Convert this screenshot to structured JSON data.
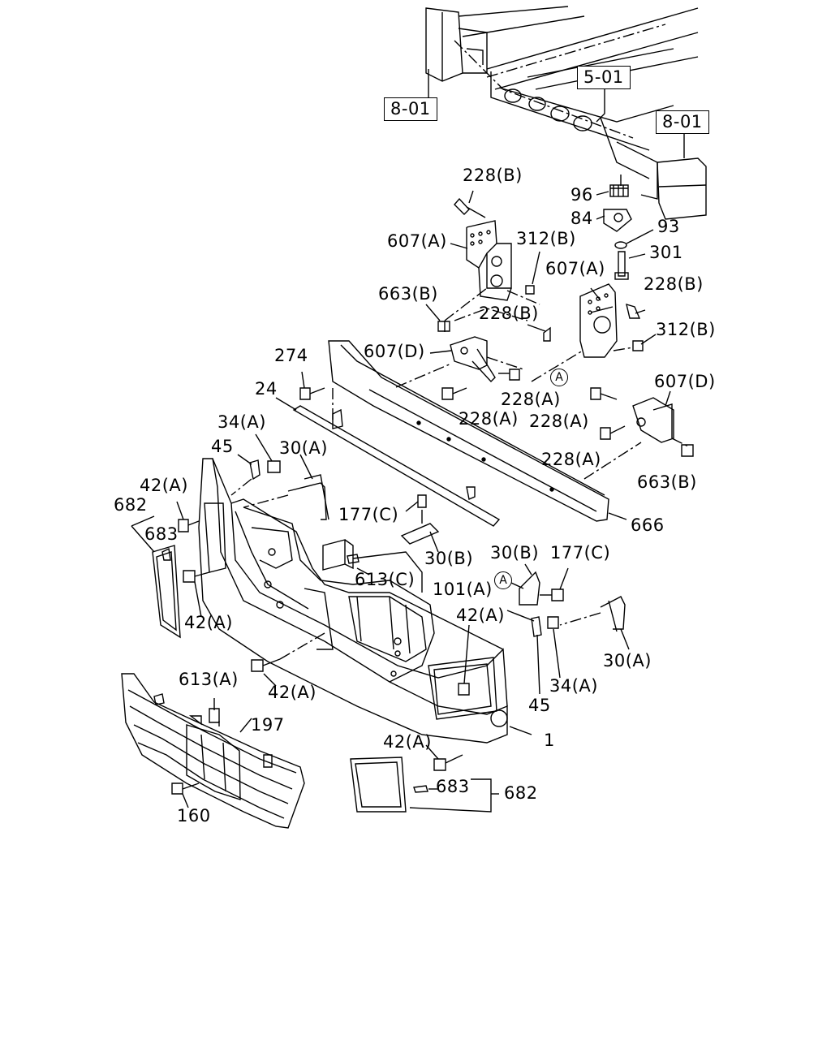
{
  "callouts": {
    "ref_8_01_left": "8-01",
    "ref_5_01": "5-01",
    "ref_8_01_right": "8-01",
    "circle_a_upper": "A",
    "circle_a_lower": "A",
    "p228b_top": "228(B)",
    "p96": "96",
    "p84": "84",
    "p93": "93",
    "p301": "301",
    "p607a_left": "607(A)",
    "p312b_left": "312(B)",
    "p607a_right": "607(A)",
    "p228b_right": "228(B)",
    "p663b_upper": "663(B)",
    "p228b_mid": "228(B)",
    "p312b_right": "312(B)",
    "p274": "274",
    "p607d_left": "607(D)",
    "p24": "24",
    "p228a_1": "228(A)",
    "p228a_2": "228(A)",
    "p607d_right": "607(D)",
    "p228a_3": "228(A)",
    "p228a_4": "228(A)",
    "p663b_lower": "663(B)",
    "p34a_left": "34(A)",
    "p45_left": "45",
    "p30a_left": "30(A)",
    "p666": "666",
    "p42a_1": "42(A)",
    "p682_left": "682",
    "p683_left": "683",
    "p177c_left": "177(C)",
    "p30b_left": "30(B)",
    "p613c": "613(C)",
    "p101a": "101(A)",
    "p30b_right": "30(B)",
    "p177c_right": "177(C)",
    "p42a_2": "42(A)",
    "p42a_3": "42(A)",
    "p30a_right": "30(A)",
    "p34a_right": "34(A)",
    "p42a_4": "42(A)",
    "p45_right": "45",
    "p613a": "613(A)",
    "p197": "197",
    "p1": "1",
    "p42a_5": "42(A)",
    "p683_right": "683",
    "p682_right": "682",
    "p160": "160"
  }
}
